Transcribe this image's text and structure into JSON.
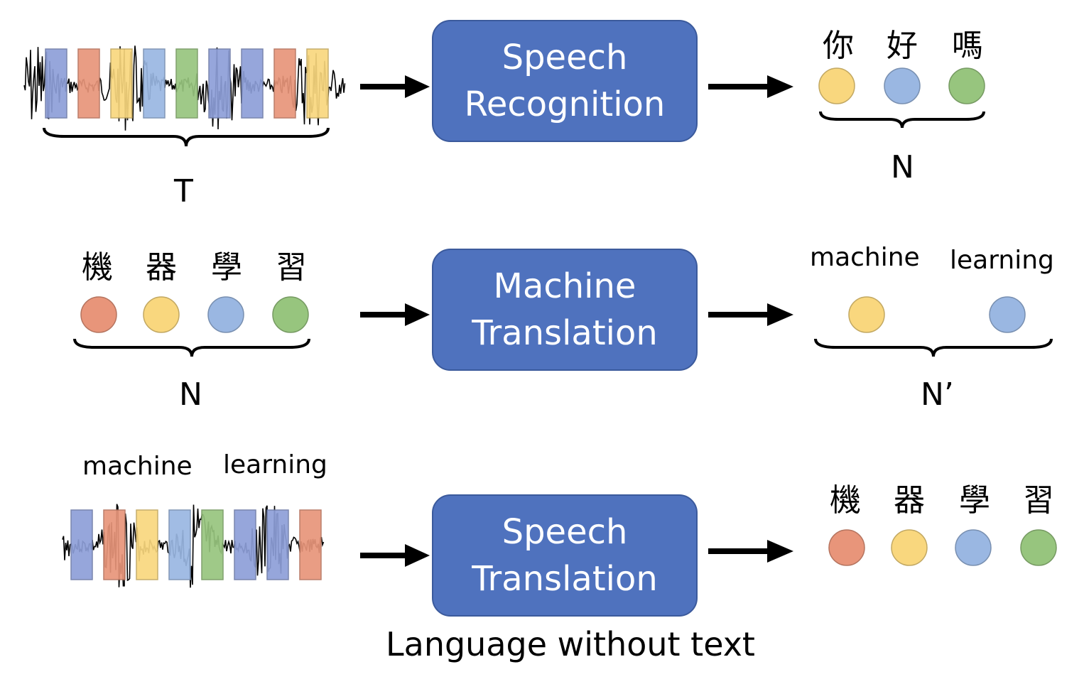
{
  "colors": {
    "box_fill": "#4f72be",
    "blue": "#9ab7e2",
    "orange": "#e8957a",
    "yellow": "#f9d77e",
    "green": "#97c57e",
    "purple": "#8e9fd8"
  },
  "rows": [
    {
      "box": {
        "line1": "Speech",
        "line2": "Recognition"
      },
      "input": {
        "kind": "waveform",
        "bars": [
          "purple",
          "orange",
          "yellow",
          "blue",
          "green",
          "purple",
          "purple",
          "orange",
          "yellow"
        ],
        "brace_label": "T"
      },
      "output": {
        "kind": "tokens",
        "tokens": [
          {
            "text": "你",
            "color": "yellow"
          },
          {
            "text": "好",
            "color": "blue"
          },
          {
            "text": "嗎",
            "color": "green"
          }
        ],
        "brace_label": "N"
      }
    },
    {
      "box": {
        "line1": "Machine",
        "line2": "Translation"
      },
      "input": {
        "kind": "tokens",
        "tokens": [
          {
            "text": "機",
            "color": "orange"
          },
          {
            "text": "器",
            "color": "yellow"
          },
          {
            "text": "學",
            "color": "blue"
          },
          {
            "text": "習",
            "color": "green"
          }
        ],
        "brace_label": "N"
      },
      "output": {
        "kind": "tokens",
        "tokens": [
          {
            "text": "machine",
            "color": "yellow"
          },
          {
            "text": "learning",
            "color": "blue"
          }
        ],
        "brace_label": "N’"
      }
    },
    {
      "box": {
        "line1": "Speech",
        "line2": "Translation"
      },
      "input": {
        "kind": "waveform",
        "labels": [
          "machine",
          "learning"
        ],
        "bars": [
          "purple",
          "orange",
          "yellow",
          "blue",
          "green",
          "purple",
          "purple",
          "orange"
        ]
      },
      "output": {
        "kind": "tokens",
        "tokens": [
          {
            "text": "機",
            "color": "orange"
          },
          {
            "text": "器",
            "color": "yellow"
          },
          {
            "text": "學",
            "color": "blue"
          },
          {
            "text": "習",
            "color": "green"
          }
        ]
      }
    }
  ],
  "caption": "Language without text"
}
